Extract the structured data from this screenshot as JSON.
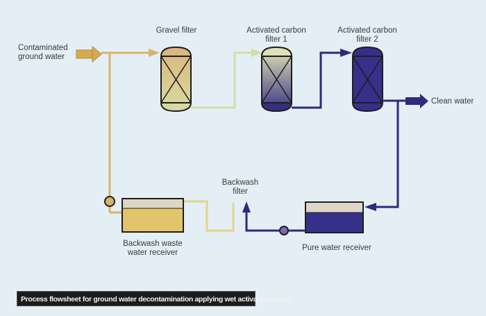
{
  "labels": {
    "contaminated_line1": "Contaminated",
    "contaminated_line2": "ground water",
    "gravel_filter": "Gravel filter",
    "acf1_line1": "Activated carbon",
    "acf1_line2": "filter 1",
    "acf2_line1": "Activated carbon",
    "acf2_line2": "filter 2",
    "clean_water": "Clean water",
    "backwash_filter_line1": "Backwash",
    "backwash_filter_line2": "filter",
    "backwash_waste_line1": "Backwash waste",
    "backwash_waste_line2": "water receiver",
    "pure_water_receiver": "Pure water receiver"
  },
  "caption": "Process flowsheet for ground water decontamination applying wet activated carbon",
  "colors": {
    "background": "#e3eff5",
    "contaminated_stream": "#d9b36a",
    "gravel_stream": "#d6dca8",
    "clean_stream": "#2e2a7c",
    "dark_outline": "#1e1e1e",
    "caption_bg": "#1c1c1c"
  },
  "icons": {
    "pump_backwash": "pump-icon",
    "pump_pure": "pump-icon"
  }
}
